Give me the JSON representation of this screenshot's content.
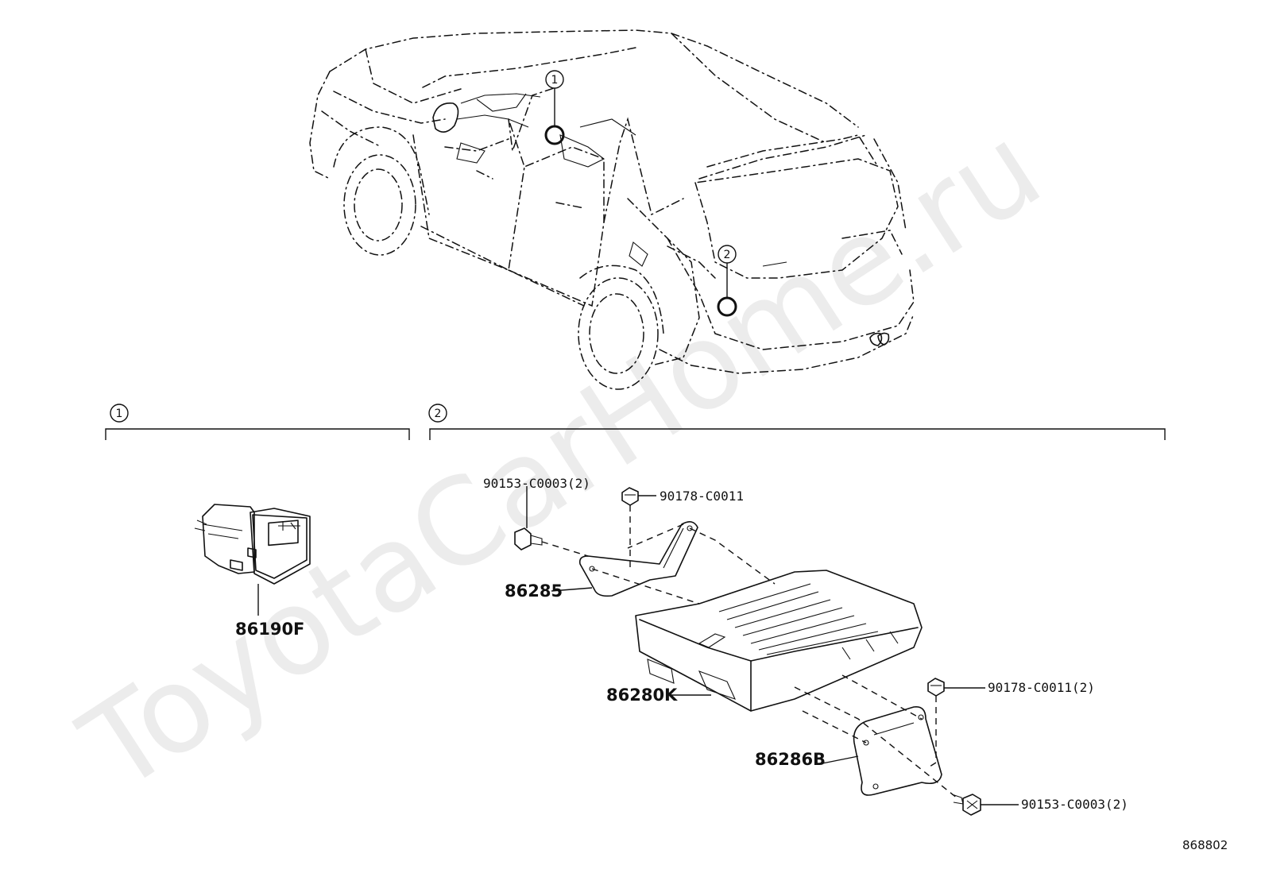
{
  "watermark": "ToyotaCarHome.ru",
  "callouts": {
    "one": "1",
    "two": "2"
  },
  "sections": {
    "left": "1",
    "right": "2"
  },
  "labels": {
    "usb_port": "86190F",
    "bracket_upper": "86285",
    "module": "86280K",
    "bracket_lower": "86286B",
    "screw_upper": "90153-C0003(2)",
    "nut_upper": "90178-C0011",
    "nut_lower": "90178-C0011(2)",
    "screw_lower": "90153-C0003(2)"
  },
  "document_id": "868802"
}
